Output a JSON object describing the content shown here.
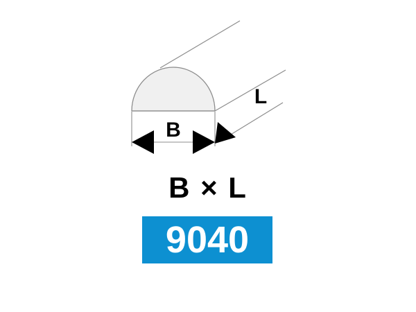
{
  "diagram": {
    "title": "Half-round profile cross-section with dimension callouts",
    "shape_name": "half-round-profile",
    "fill_color": "#f0f0f0",
    "outline_color": "#8c8c8c",
    "annotation_color": "#000000",
    "labels": {
      "width": "B",
      "length": "L"
    },
    "dimension_b": {
      "name": "width-dimension",
      "label": "B",
      "arrow_style": "double-headed"
    },
    "leader_l": {
      "name": "length-leader",
      "label": "L",
      "arrow_style": "single-headed"
    }
  },
  "formula": {
    "text": "B × L"
  },
  "badge": {
    "code": "9040",
    "background_color": "#0d90d1",
    "text_color": "#ffffff"
  },
  "icons": {
    "arrow_left": "arrow-left-icon",
    "arrow_right": "arrow-right-icon",
    "arrow_leader": "arrow-leader-icon"
  }
}
